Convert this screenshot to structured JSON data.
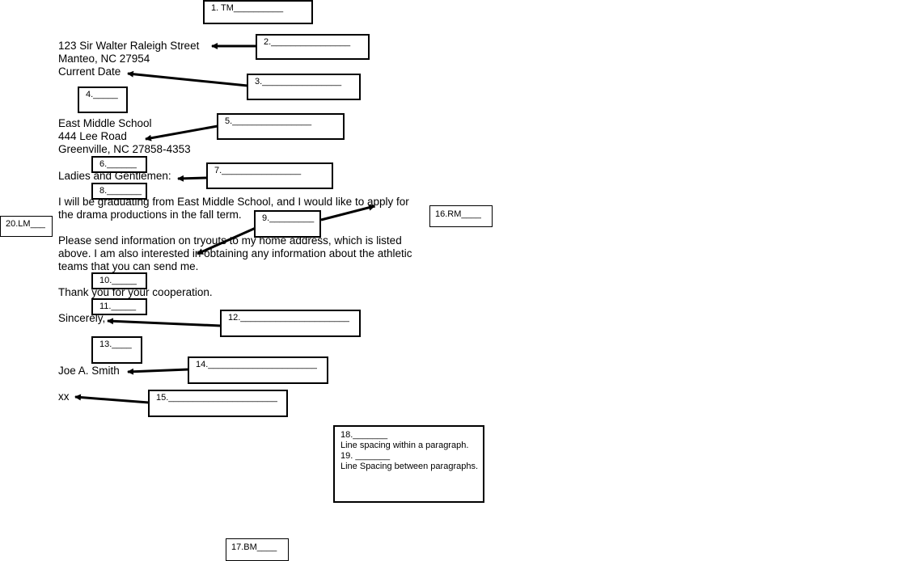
{
  "letter": {
    "return_address": [
      "123 Sir Walter Raleigh Street",
      "Manteo, NC  27954",
      "Current Date"
    ],
    "inside_address": [
      "East Middle School",
      "444 Lee Road",
      "Greenville, NC  27858-4353"
    ],
    "salutation": "Ladies and Gentlemen:",
    "paragraph1": [
      "I will be graduating from East Middle School, and I would like to apply for",
      "the drama productions in the fall term."
    ],
    "paragraph2": [
      "Please send information on tryouts to my home address, which is listed",
      "above.  I am also interested in obtaining any information about the athletic",
      "teams that you can send me."
    ],
    "paragraph3": "Thank you for your cooperation.",
    "closing": "Sincerely,",
    "signature": "Joe A. Smith",
    "initials": "xx"
  },
  "labels": {
    "b1": "1.  TM__________",
    "b2": "2.________________",
    "b3": "3.________________",
    "b4": "4._____",
    "b5": "5.________________",
    "b6": "6.______",
    "b7": "7.________________",
    "b8": "8._______",
    "b9": "9._________",
    "b10": "10._____",
    "b11": "11._____",
    "b12": "12.______________________",
    "b13": "13.____",
    "b14": "14.______________________",
    "b15": "15.______________________",
    "b16": "16.RM____",
    "b17": "17.BM____",
    "b20": "20.LM___",
    "b18": "18._______",
    "b18_desc": "Line spacing within a paragraph.",
    "b19": "19. _______",
    "b19_desc": "Line Spacing between paragraphs."
  }
}
